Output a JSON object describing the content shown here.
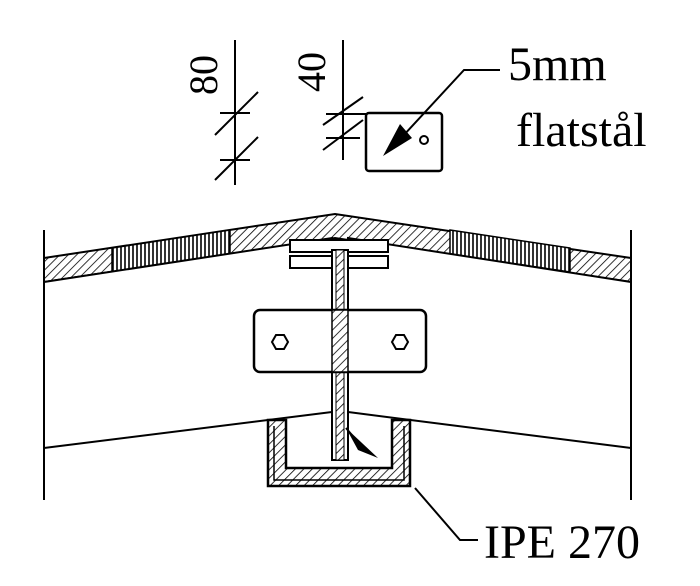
{
  "dimensions": {
    "left_value": "80",
    "right_value": "40"
  },
  "annotations": {
    "plate_label_line1": "5mm",
    "plate_label_line2": "flatstål",
    "beam_label": "IPE 270"
  },
  "colors": {
    "ink": "#000000",
    "paper": "#ffffff"
  }
}
